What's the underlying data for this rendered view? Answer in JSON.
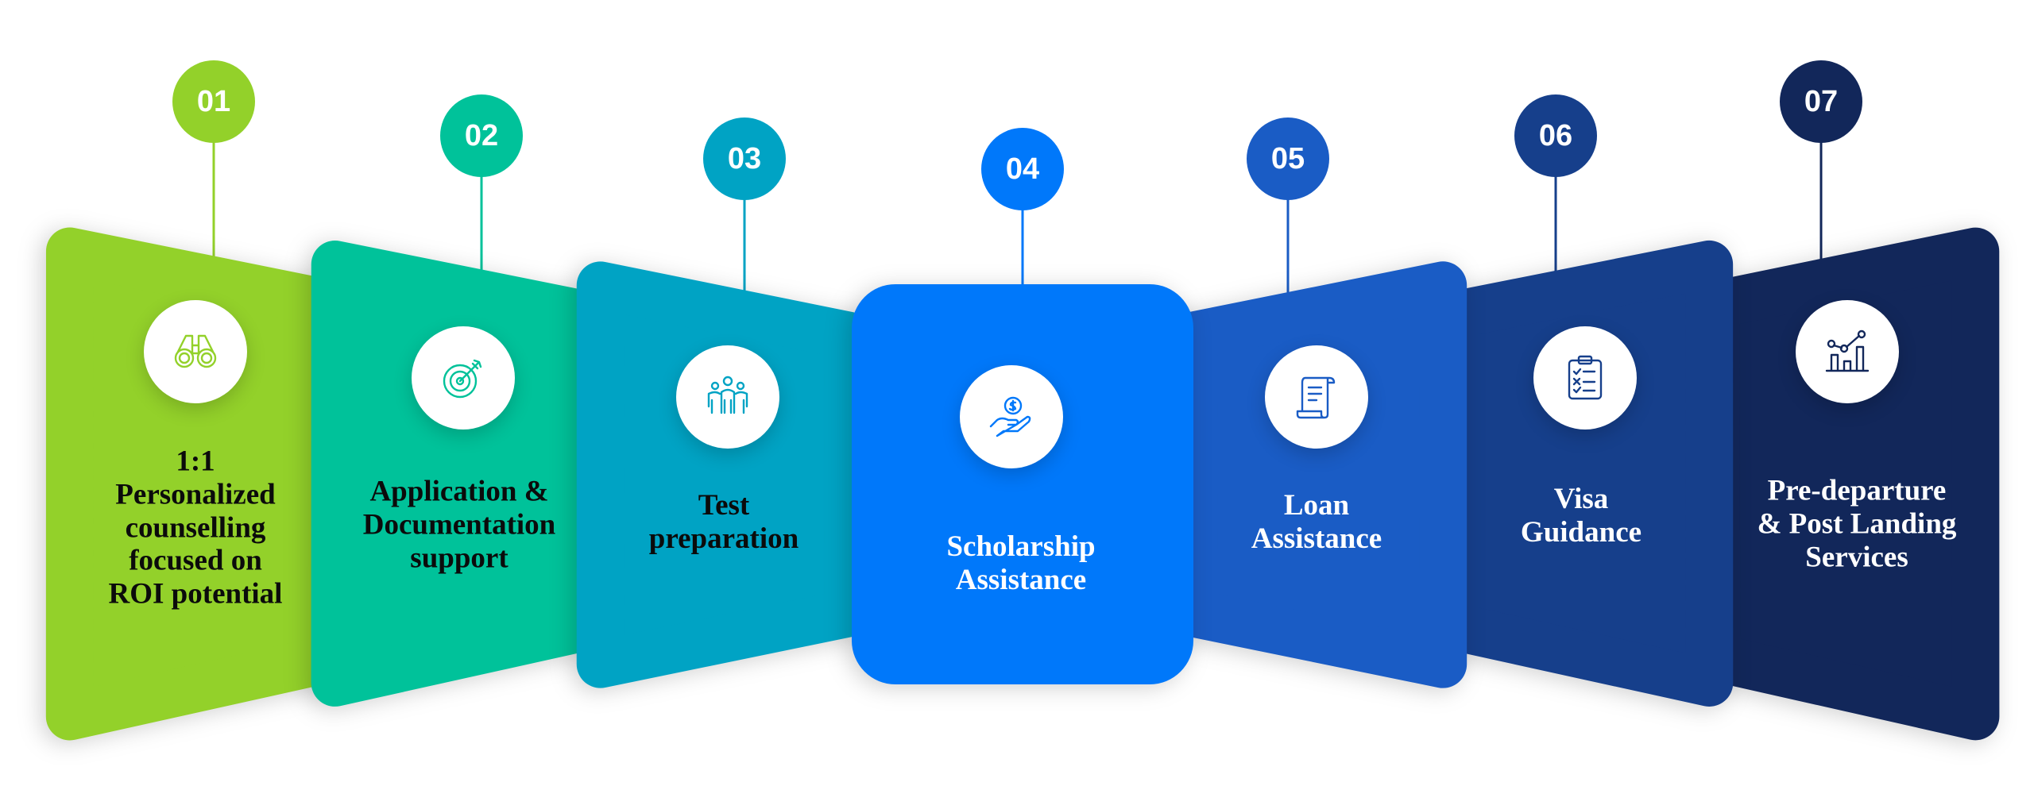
{
  "steps": [
    {
      "number": "01",
      "lines": [
        "1:1",
        "Personalized",
        "counselling",
        "focused on",
        "ROI potential"
      ],
      "icon": "binoculars-icon",
      "color": "#93d12a",
      "text_color": "#0b0b0b"
    },
    {
      "number": "02",
      "lines": [
        "Application &",
        "Documentation",
        "support"
      ],
      "icon": "target-arrow-icon",
      "color": "#00c29a",
      "text_color": "#0b0b0b"
    },
    {
      "number": "03",
      "lines": [
        "Test",
        "preparation"
      ],
      "icon": "team-icon",
      "color": "#00a3c4",
      "text_color": "#0b0b0b"
    },
    {
      "number": "04",
      "lines": [
        "Scholarship",
        "Assistance"
      ],
      "icon": "hand-coin-icon",
      "color": "#0078fa",
      "text_color": "#ffffff"
    },
    {
      "number": "05",
      "lines": [
        "Loan",
        "Assistance"
      ],
      "icon": "scroll-document-icon",
      "color": "#1a5cc5",
      "text_color": "#ffffff"
    },
    {
      "number": "06",
      "lines": [
        "Visa",
        "Guidance"
      ],
      "icon": "clipboard-checklist-icon",
      "color": "#163f8b",
      "text_color": "#ffffff"
    },
    {
      "number": "07",
      "lines": [
        "Pre-departure",
        "& Post Landing",
        "Services"
      ],
      "icon": "growth-chart-icon",
      "color": "#12275a",
      "text_color": "#ffffff"
    }
  ]
}
